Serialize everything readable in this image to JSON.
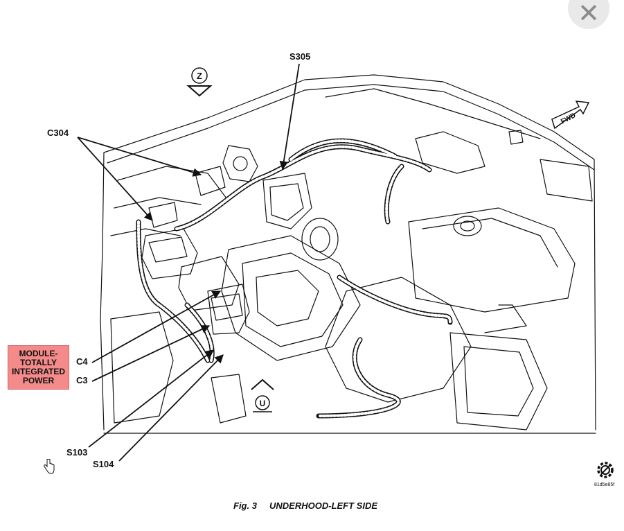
{
  "labels": {
    "c304": "C304",
    "s305": "S305",
    "c4": "C4",
    "c3": "C3",
    "s103": "S103",
    "s104": "S104",
    "fwd": "FWD",
    "z_marker": "Z",
    "u_marker": "U",
    "module_lines": [
      "MODULE-",
      "TOTALLY",
      "INTEGRATED",
      "POWER"
    ]
  },
  "caption": {
    "fig": "Fig. 3",
    "title": "UNDERHOOD-LEFT SIDE"
  },
  "image_code": "81d5e85f",
  "icons": {
    "close": "close-icon",
    "cursor": "hand-cursor-icon",
    "publisher_logo": "gear-logo-icon"
  },
  "colors": {
    "module_highlight": "#f48a8a",
    "line": "#111111",
    "close_bg": "#e9e9e9"
  }
}
